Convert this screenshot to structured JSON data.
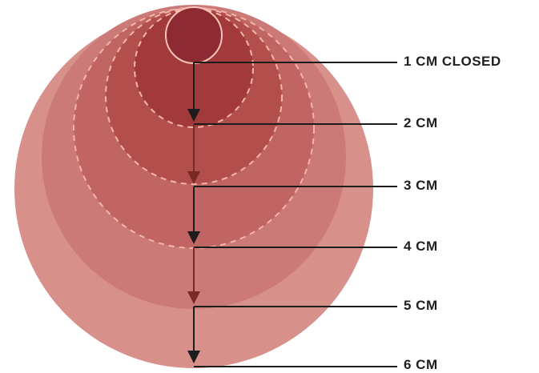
{
  "diagram": {
    "labels": [
      {
        "text": "1 CM CLOSED"
      },
      {
        "text": "2 CM"
      },
      {
        "text": "3 CM"
      },
      {
        "text": "4 CM"
      },
      {
        "text": "5 CM"
      },
      {
        "text": "6 CM"
      }
    ],
    "colors": {
      "circle_1": "#8e2a31",
      "circle_2": "#a23a3b",
      "circle_3": "#b24f4d",
      "circle_4": "#c06563",
      "circle_5": "#cc7a77",
      "circle_6": "#d8908b",
      "dashed_stroke": "#f4b6a8",
      "line": "#1c1c1c",
      "arrow_dark": "#1c1c1c",
      "arrow_red": "#7a2a24"
    }
  }
}
